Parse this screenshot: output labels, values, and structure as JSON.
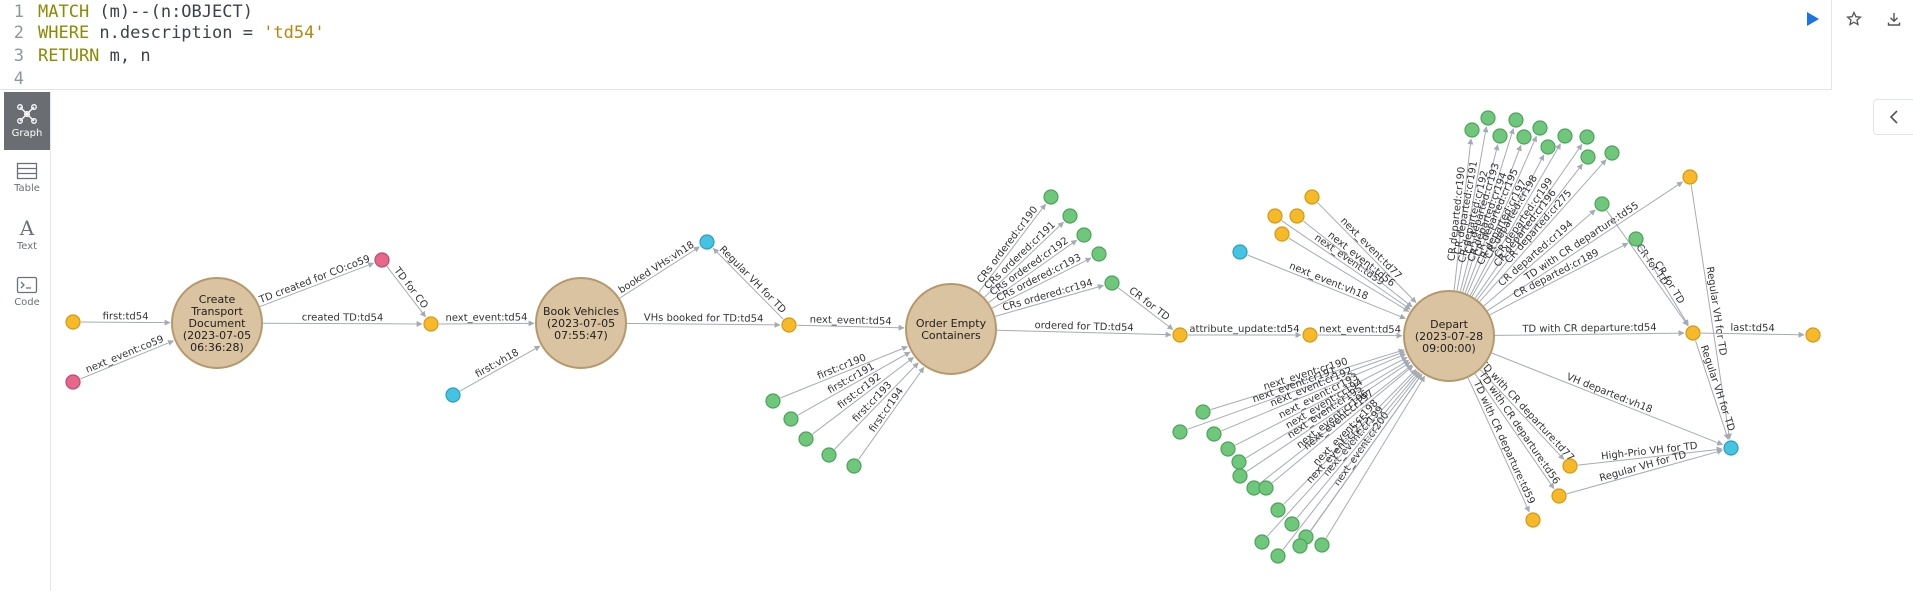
{
  "editor": {
    "lines": [
      {
        "num": "1",
        "parts": [
          {
            "k": "kw",
            "t": "MATCH"
          },
          {
            "k": "code",
            "t": " (m)--(n:OBJECT)"
          }
        ]
      },
      {
        "num": "2",
        "parts": [
          {
            "k": "kw",
            "t": "WHERE"
          },
          {
            "k": "code",
            "t": " n.description = "
          },
          {
            "k": "str",
            "t": "'td54'"
          }
        ]
      },
      {
        "num": "3",
        "parts": [
          {
            "k": "kw",
            "t": "RETURN"
          },
          {
            "k": "code",
            "t": " m, n"
          }
        ]
      },
      {
        "num": "4",
        "parts": []
      }
    ],
    "icons": {
      "run": "play-icon",
      "favorite": "star-icon",
      "download": "download-icon"
    }
  },
  "rail": [
    {
      "id": "graph",
      "label": "Graph",
      "icon": "graph-icon",
      "active": true
    },
    {
      "id": "table",
      "label": "Table",
      "icon": "table-icon",
      "active": false
    },
    {
      "id": "text",
      "label": "Text",
      "icon": "text-icon",
      "active": false
    },
    {
      "id": "code",
      "label": "Code",
      "icon": "code-icon",
      "active": false
    }
  ],
  "colors": {
    "event": "#d9c3a1",
    "event_stroke": "#b7986b",
    "yellow": "#f7b928",
    "yellow_stroke": "#d29a16",
    "green": "#6fc77b",
    "green_stroke": "#4ea35c",
    "blue": "#45c3e2",
    "blue_stroke": "#2c9fbd",
    "pink": "#e6668c",
    "pink_stroke": "#c24b70",
    "edge": "#a5abb6"
  },
  "graph": {
    "event_nodes": [
      {
        "id": "e1",
        "lines": [
          "Create",
          "Transport",
          "Document",
          "(2023-07-05",
          "06:36:28)"
        ]
      },
      {
        "id": "e2",
        "lines": [
          "Book Vehicles",
          "(2023-07-05",
          "07:55:47)"
        ]
      },
      {
        "id": "e3",
        "lines": [
          "Order Empty",
          "Containers"
        ]
      },
      {
        "id": "e4",
        "lines": [
          "Depart",
          "(2023-07-28",
          "09:00:00)"
        ]
      }
    ],
    "edge_labels": [
      "first:td54",
      "next_event:co59",
      "TD created for CO:co59",
      "TD for CO",
      "created TD:td54",
      "next_event:td54",
      "first:vh18",
      "booked VHs:vh18",
      "Regular VH for TD",
      "VHs booked for TD:td54",
      "next_event:td54",
      "CRs ordered:cr190",
      "CRs ordered:cr191",
      "CRs ordered:cr192",
      "CRs ordered:cr193",
      "CRs ordered:cr194",
      "first:cr190",
      "first:cr191",
      "first:cr192",
      "first:cr193",
      "first:cr194",
      "ordered for TD:td54",
      "CR for TD",
      "attribute_update:td54",
      "next_event:td54",
      "next_event:td77",
      "next_event:td59",
      "next_event:td56",
      "next_event:vh18",
      "CR departed:cr190",
      "CR departed:cr191",
      "CR departed:cr192",
      "CR departed:cr193",
      "CR departed:cr194",
      "CR departed:cr195",
      "CR departed:cr197",
      "CR departed:cr198",
      "CR departed:cr199",
      "CR departed:cr196",
      "CR departed:cr275",
      "CR departed:cr189",
      "TD with CR departure:td55",
      "CR departed:cr194",
      "CR for TD",
      "CR for TD",
      "TD with CR departure:td54",
      "last:td54",
      "Regular VH for TD",
      "Regular VH for TD",
      "VH departed:vh18",
      "High-Prio VH for TD",
      "Regular VH for TD",
      "TD with CR departure:td77",
      "TD with CR departure:td56",
      "TD with CR departure:td59",
      "next_event:cr190",
      "next_event:cr191",
      "next_event:cr192",
      "next_event:cr193",
      "next_event:cr194",
      "next_event:cr195",
      "next_event:cr196",
      "next_event:cr197",
      "next_event:cr198",
      "next_event:cr199",
      "next_event:cr200",
      "next_event:cr275"
    ]
  }
}
